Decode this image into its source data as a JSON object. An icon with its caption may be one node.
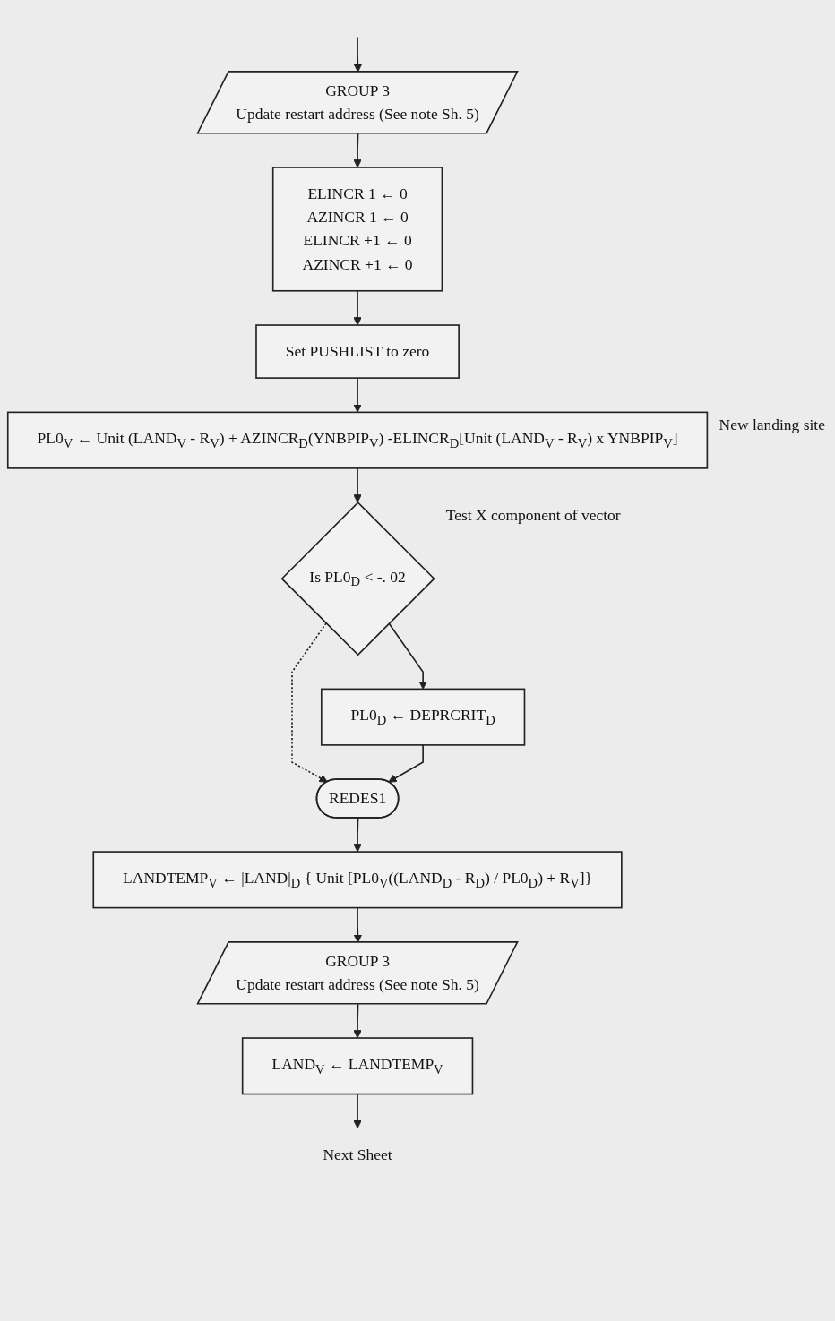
{
  "diagram": {
    "nodes": [
      {
        "text": [
          "GROUP 3",
          "Update restart address (See note Sh. 5)"
        ]
      },
      {
        "text": [
          "ELINCR 1 ← 0",
          "AZINCR 1 ← 0",
          "ELINCR +1 ← 0",
          "AZINCR +1 ← 0"
        ]
      },
      {
        "text": [
          "Set PUSHLIST to zero"
        ]
      },
      {
        "text": [
          "PL0$_{V}$ ← Unit (LAND$_{V}$ - R$_{V}$) + AZINCR$_{D}$(YNBPIP$_{V}$) -ELINCR$_{D}$[Unit (LAND$_{V}$ - R$_{V}$) x YNBPIP$_{V}$]"
        ],
        "beside": [
          "New landing site"
        ]
      },
      {
        "text": [
          "Is PL0$_{D}$ < -. 02"
        ],
        "beside": [
          "Test X component of vector"
        ]
      },
      {
        "text": [
          "PL0$_{D}$ ← DEPRCRIT$_{D}$"
        ]
      },
      {
        "text": [
          "REDES1"
        ]
      },
      {
        "text": [
          "LANDTEMP$_{V}$ ← |LAND|$_{D}$ { Unit [PL0$_{V}$((LAND$_{D}$ - R$_{D}$) / PL0$_{D}$) + R$_{V}$]}"
        ]
      },
      {
        "text": [
          "GROUP 3",
          "Update restart address (See note Sh. 5)"
        ]
      },
      {
        "text": [
          "LAND$_{V}$ ← LANDTEMP$_{V}$"
        ]
      },
      {
        "text": [
          "Next Sheet"
        ]
      }
    ],
    "edges": [
      {
        "from": null,
        "to": 0,
        "arrow": "to"
      },
      {
        "from": 0,
        "to": 1,
        "arrow": "to"
      },
      {
        "from": 1,
        "to": 2,
        "arrow": "to"
      },
      {
        "from": 2,
        "to": 3,
        "arrow": "to"
      },
      {
        "from": 3,
        "to": 4,
        "arrow": "to"
      },
      {
        "from": 4,
        "to": 5,
        "arrow": "to"
      },
      {
        "from": 4,
        "to": 6,
        "arrow": "to",
        "style": "dashed"
      },
      {
        "from": 5,
        "to": 6,
        "arrow": "to"
      },
      {
        "from": 6,
        "to": 7,
        "arrow": "to"
      },
      {
        "from": 7,
        "to": 8,
        "arrow": "to"
      },
      {
        "from": 8,
        "to": 9,
        "arrow": "to"
      },
      {
        "from": 9,
        "to": 10,
        "arrow": "to"
      }
    ]
  }
}
